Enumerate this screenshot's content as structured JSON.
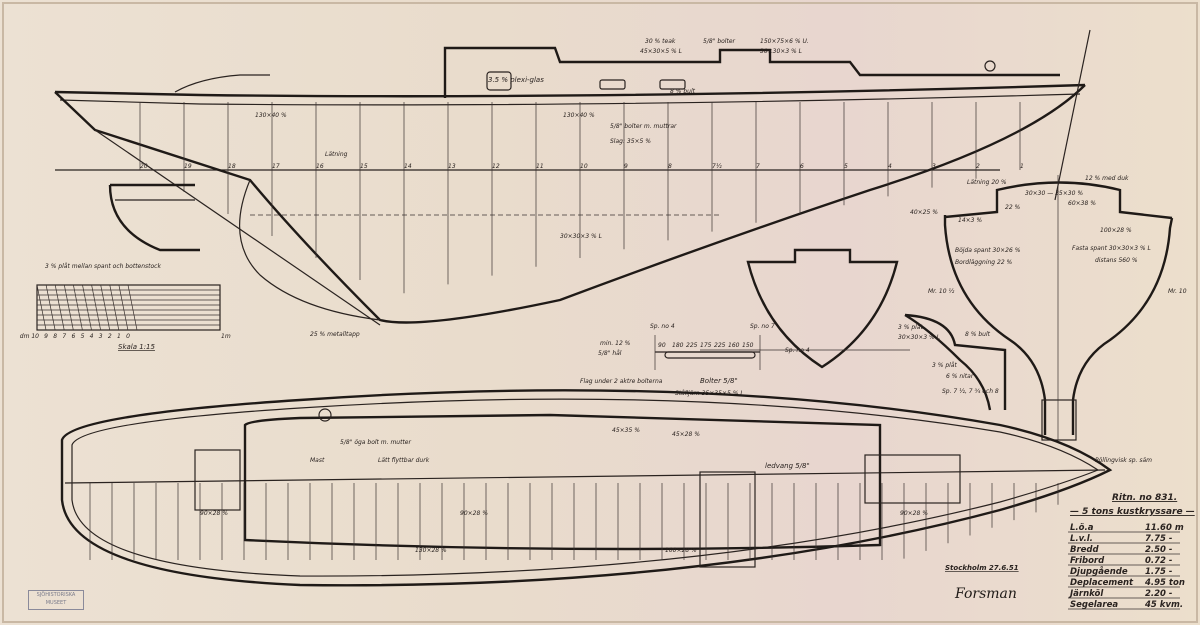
{
  "drawing": {
    "number": "Ritn. no 831.",
    "title": "— 5 tons kustkryssare —",
    "place_date": "Stockholm 27.6.51",
    "signature": "Forsman",
    "stamp": "SJÖHISTORISKA MUSEET"
  },
  "specs": [
    {
      "label": "L.ö.a",
      "value": "11.60 m"
    },
    {
      "label": "L.v.l.",
      "value": "7.75 -"
    },
    {
      "label": "Bredd",
      "value": "2.50 -"
    },
    {
      "label": "Fribord",
      "value": "0.72 -"
    },
    {
      "label": "Djupgående",
      "value": "1.75 -"
    },
    {
      "label": "Deplacement",
      "value": "4.95 ton"
    },
    {
      "label": "Järnköl",
      "value": "2.20 -"
    },
    {
      "label": "Segelarea",
      "value": "45 kvm."
    }
  ],
  "scale": {
    "label": "Skala 1:15",
    "ticks": [
      "dm 10",
      "9",
      "8",
      "7",
      "6",
      "5",
      "4",
      "3",
      "2",
      "1",
      "0"
    ],
    "end": "1m"
  },
  "profile_labels": {
    "plexiglas": "3.5 % plexi-glas",
    "teak": "30 % teak",
    "angle1": "45×30×5 % L",
    "bolt": "5/8\" bolter",
    "u_profile": "150×75×6 % U.",
    "angle2": "30×30×3 % L",
    "beam": "130×40 %",
    "bolt_nut": "5/8\" bolter m. muttrar",
    "slag": "Slag: 35×5 %",
    "bult8": "8 % bult",
    "beam2": "130×40 %",
    "frame": "30×30×3 % L",
    "plate_note": "3 % plåt mellan spant och bottenstock",
    "metal": "25 % metalltapp",
    "lining": "Lätning"
  },
  "section_labels": {
    "lining": "Lätning 20 %",
    "beam": "30×30 — 35×30 %",
    "dek": "12 % med duk",
    "plate": "60×38 %",
    "coaming": "22 %",
    "rail1": "40×25 %",
    "rail2": "14×3 %",
    "rail3": "100×28 %",
    "bent_frame": "Böjda spant 30×26 %",
    "planking": "Bordläggning 22 %",
    "fixed_frame": "Fasta spant 30×30×3 % L",
    "spacing": "distans 560 %",
    "mr_left": "Mr. 10 ½",
    "mr_right": "Mr. 10",
    "plate3": "3 % plåt",
    "angle": "30×30×3 % L",
    "bult8": "8 % bult",
    "plate3b": "3 % plåt",
    "nitar": "6 % nitar",
    "sp": "Sp. 7 ½, 7 ¾ och 8"
  },
  "detail_labels": {
    "min": "min. 12 %",
    "hal": "5/8\" hål",
    "sp4": "Sp. no 4",
    "sp7": "Sp. no 7",
    "spacings": [
      "90",
      "180",
      "225",
      "175",
      "225",
      "160",
      "150"
    ],
    "bolter": "Bolter 5/8\"",
    "flag": "Flag under 2 aktre bolterna",
    "stal": "Stålljärn 35×35×5 % L",
    "sp_no4": "Sp. no 4"
  },
  "plan_labels": {
    "plank1": "45×35 %",
    "plank2": "45×28 %",
    "bolt": "5/8\" öga bolt m. mutter",
    "hatch": "Lätt flyttbar durk",
    "ledvang": "ledvang 5/8\"",
    "mast": "Mast",
    "tie1": "90×28 %",
    "tie2": "90×28 %",
    "tie3": "90×28 %",
    "tie4": "130×28 %",
    "tie5": "100×28 %",
    "bow": "Pöllingvisk sp. säm"
  },
  "stations": [
    "20",
    "19",
    "18",
    "17",
    "16",
    "15",
    "14",
    "13",
    "12",
    "11",
    "10",
    "9",
    "8",
    "7½",
    "7",
    "6",
    "5",
    "4",
    "3",
    "2",
    "1"
  ]
}
